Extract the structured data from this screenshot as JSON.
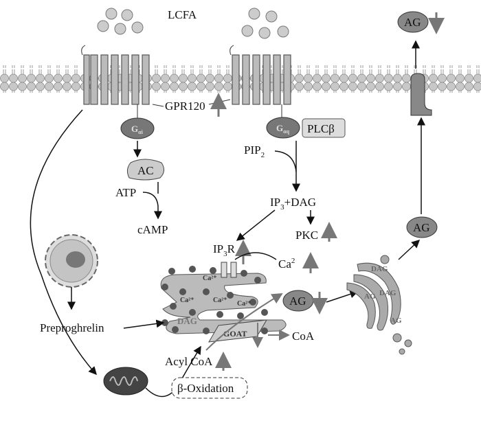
{
  "labels": {
    "lcfa": "LCFA",
    "gpr120": "GPR120",
    "g_ai": "G",
    "g_ai_sub": "αi",
    "g_aq": "G",
    "g_aq_sub": "αq",
    "plcb": "PLCβ",
    "pip2": "PIP",
    "pip2_sub": "2",
    "ac": "AC",
    "atp": "ATP",
    "camp": "cAMP",
    "ip3dag_a": "IP",
    "ip3dag_sub": "3",
    "ip3dag_b": "+DAG",
    "pkc": "PKC",
    "ip3r_a": "IP",
    "ip3r_sub": "3",
    "ip3r_b": "R",
    "ca": "Ca",
    "ca_sup": "2",
    "ag_er": "AG",
    "ag_mid": "AG",
    "ag_top": "AG",
    "preproghrelin": "Preproghrelin",
    "coa": "CoA",
    "goat": "GOAT",
    "dag_er": "DAG",
    "acyl_coa": "Acyl CoA",
    "beta_oxidation": "β-Oxidation",
    "er_ca": "Ca²⁺",
    "golgi_dag": "DAG",
    "golgi_ag": "AG"
  },
  "colors": {
    "up_arrow": "#777777",
    "membrane": "#bdbdbd",
    "protein": "#888888"
  }
}
